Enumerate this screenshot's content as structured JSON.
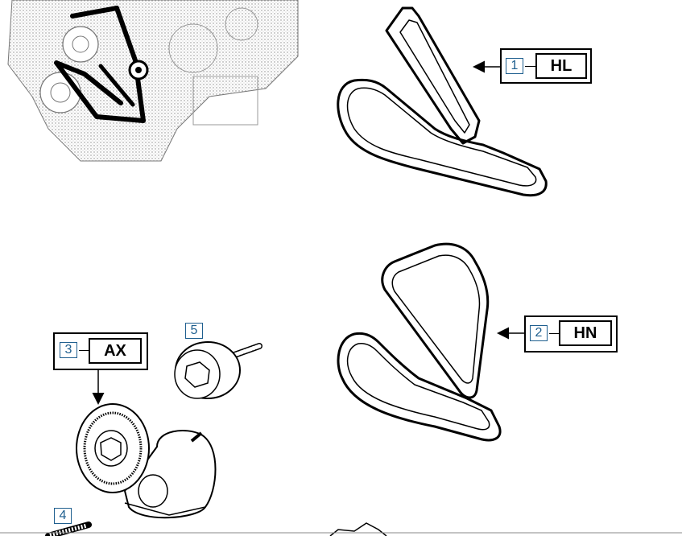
{
  "callouts": [
    {
      "number": "1",
      "code": "HL"
    },
    {
      "number": "2",
      "code": "HN"
    },
    {
      "number": "3",
      "code": "AX"
    },
    {
      "number": "4"
    },
    {
      "number": "5"
    }
  ],
  "parts": {
    "belt_1": "poly-v belt HL",
    "belt_2": "poly-v belt HN",
    "tensioner": "belt tensioner AX",
    "idler": "idler pulley",
    "engine": "engine overview"
  }
}
